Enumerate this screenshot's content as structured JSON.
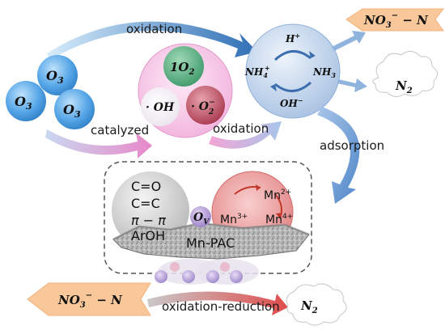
{
  "ozone": {
    "molecule_label": "O",
    "molecule_sub": "3"
  },
  "radicals": {
    "singlet_oxygen": "1O",
    "singlet_oxygen_sub": "2",
    "hydroxyl": "· OH",
    "superoxide": "· O",
    "superoxide_sub": "2",
    "superoxide_sup": "−"
  },
  "ammonia_cycle": {
    "h_plus": "H",
    "h_plus_sup": "+",
    "nh4": "NH",
    "nh4_sub": "4",
    "nh4_sup": "+",
    "nh3": "NH",
    "nh3_sub": "3",
    "oh_minus": "OH",
    "oh_minus_sup": "−"
  },
  "products": {
    "nitrate_top": "NO",
    "nitrate_sub": "3",
    "nitrate_sup": "−",
    "nitrate_tail": " − N",
    "n2_top": "N",
    "n2_sub": "2",
    "nitrate_bottom": "NO",
    "n2_bottom": "N"
  },
  "arrows": {
    "oxidation_top": "oxidation",
    "catalyzed": "catalyzed",
    "oxidation_mid": "oxidation",
    "adsorption": "adsorption",
    "oxidation_reduction": "oxidation-reduction"
  },
  "catalyst": {
    "groups": [
      "C=O",
      "C=C",
      "π − π",
      "ArOH"
    ],
    "vacancy": "O",
    "vacancy_sub": "V",
    "mn2": "Mn",
    "mn2_sup": "2+",
    "mn3": "Mn",
    "mn3_sup": "3+",
    "mn4": "Mn",
    "mn4_sup": "4+",
    "support": "Mn-PAC"
  },
  "colors": {
    "ozone_blue": "#3f8fd6",
    "radical_pink": "#f2b8dd",
    "singlet_green": "#3f9a6a",
    "superoxide_red": "#b24a5c",
    "cycle_blue": "#b9cfe9",
    "product_orange": "#f8c79a",
    "mn_red": "#e98a8a"
  }
}
